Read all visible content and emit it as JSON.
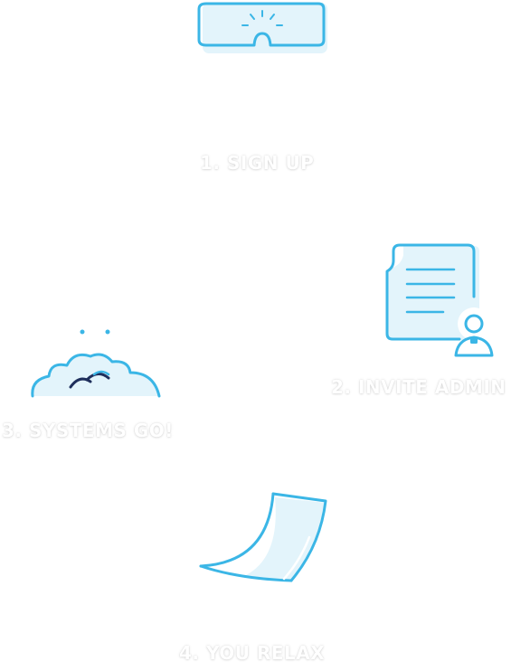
{
  "colors": {
    "accent": "#3bb6e6",
    "accent_light": "#e3f4fb",
    "navy": "#1f2f5c",
    "label_text": "#ffffff"
  },
  "steps": [
    {
      "label": "1. SIGN UP",
      "icon": "signup-screen-icon"
    },
    {
      "label": "2. INVITE ADMIN",
      "icon": "document-user-icon"
    },
    {
      "label": "3. SYSTEMS GO!",
      "icon": "cloud-birds-icon"
    },
    {
      "label": "4. YOU RELAX",
      "icon": "paper-sheet-icon"
    }
  ]
}
